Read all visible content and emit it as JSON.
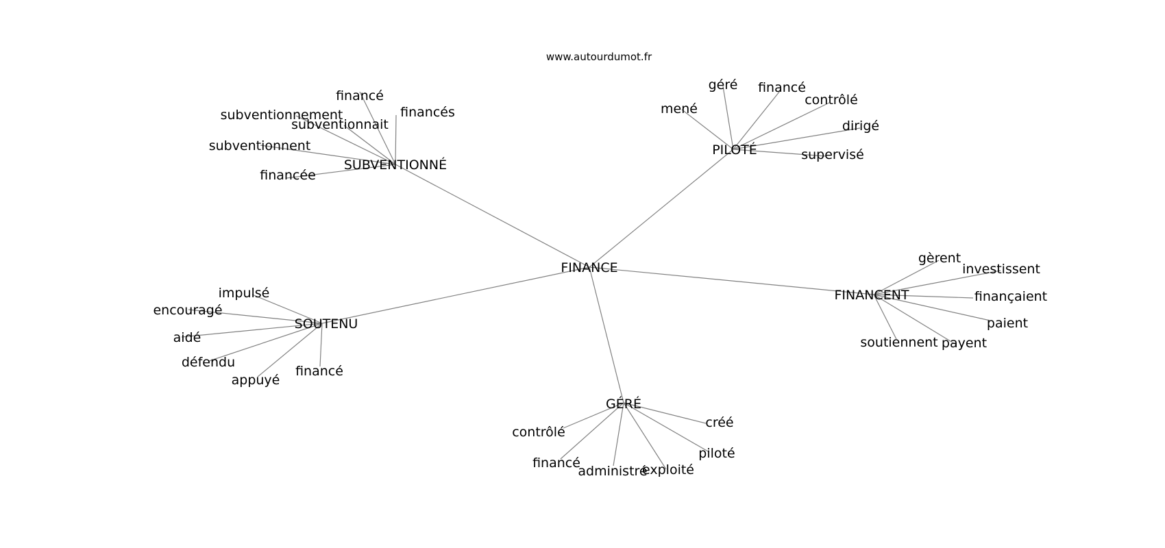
{
  "site": "www.autourdumot.fr",
  "center": "FINANCE",
  "groups": [
    {
      "label": "SUBVENTIONNÉ",
      "leaves": [
        "financé",
        "financés",
        "subventionnement",
        "subventionnait",
        "subventionnent",
        "financée"
      ]
    },
    {
      "label": "PILOTÉ",
      "leaves": [
        "géré",
        "financé",
        "mené",
        "contrôlé",
        "dirigé",
        "supervisé"
      ]
    },
    {
      "label": "FINANCENT",
      "leaves": [
        "gèrent",
        "investissent",
        "finançaient",
        "paient",
        "payent",
        "soutiennent"
      ]
    },
    {
      "label": "GÉRÉ",
      "leaves": [
        "créé",
        "contrôlé",
        "piloté",
        "financé",
        "exploité",
        "administré"
      ]
    },
    {
      "label": "SOUTENU",
      "leaves": [
        "impulsé",
        "encouragé",
        "aidé",
        "défendu",
        "appuyé",
        "financé"
      ]
    }
  ]
}
